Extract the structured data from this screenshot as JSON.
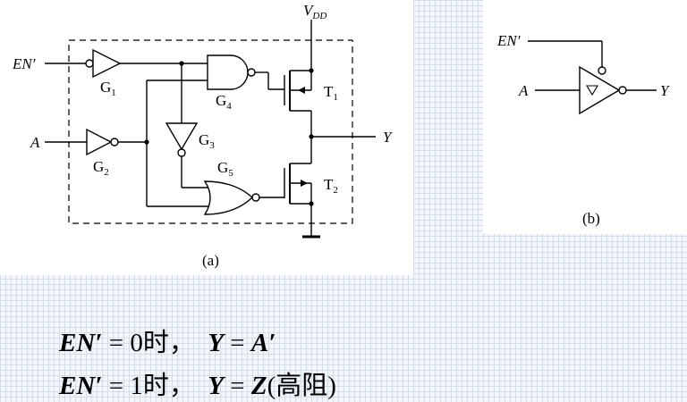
{
  "diagram_a": {
    "signal_en": "EN′",
    "signal_a": "A",
    "output_y": "Y",
    "supply_letter": "V",
    "supply_sub": "DD",
    "gates": [
      {
        "letter": "G",
        "sub": "1"
      },
      {
        "letter": "G",
        "sub": "2"
      },
      {
        "letter": "G",
        "sub": "3"
      },
      {
        "letter": "G",
        "sub": "4"
      },
      {
        "letter": "G",
        "sub": "5"
      }
    ],
    "transistors": [
      {
        "letter": "T",
        "sub": "1"
      },
      {
        "letter": "T",
        "sub": "2"
      }
    ],
    "caption": "(a)"
  },
  "diagram_b": {
    "signal_en": "EN′",
    "signal_a": "A",
    "output_y": "Y",
    "caption": "(b)"
  },
  "equations": [
    {
      "lhs": "EN′",
      "eq": " = ",
      "val": "0",
      "cn": "时，",
      "out": "Y",
      "eq2": " = ",
      "res": "A′",
      "note": ""
    },
    {
      "lhs": "EN′",
      "eq": " = ",
      "val": "1",
      "cn": "时，",
      "out": "Y",
      "eq2": " = ",
      "res": "Z",
      "note": "(高阻)"
    }
  ]
}
